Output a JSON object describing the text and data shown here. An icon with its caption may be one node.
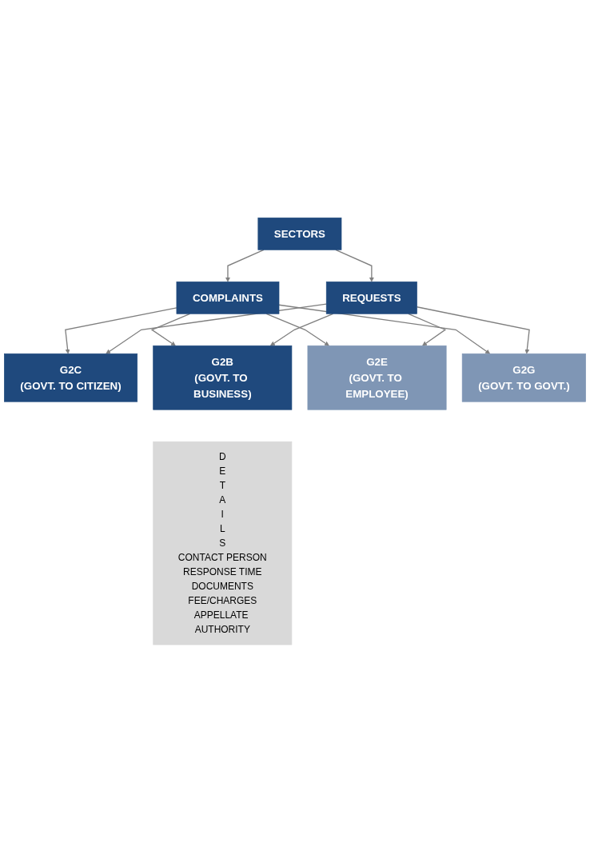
{
  "diagram": {
    "nodes": [
      {
        "text": [
          "SECTORS"
        ]
      },
      {
        "text": [
          "COMPLAINTS"
        ]
      },
      {
        "text": [
          "REQUESTS"
        ]
      },
      {
        "text": [
          "G2C",
          "(GOVT. TO CITIZEN)"
        ]
      },
      {
        "text": [
          "G2B",
          "(GOVT. TO BUSINESS)"
        ]
      },
      {
        "text": [
          "G2E",
          "(GOVT. TO EMPLOYEE)"
        ]
      },
      {
        "text": [
          "G2G",
          "(GOVT. TO GOVT.)"
        ]
      },
      {
        "text": [
          "D E T A I L S",
          "CONTACT PERSON",
          "RESPONSE TIME",
          "DOCUMENTS",
          "FEE/CHARGES",
          "APPELLATE AUTHORITY"
        ]
      }
    ],
    "edges": [
      {
        "from": 0,
        "to": 1,
        "arrow": "to"
      },
      {
        "from": 0,
        "to": 2,
        "arrow": "to"
      },
      {
        "from": 1,
        "to": 3,
        "arrow": "to"
      },
      {
        "from": 1,
        "to": 4,
        "arrow": "to"
      },
      {
        "from": 1,
        "to": 5,
        "arrow": "to"
      },
      {
        "from": 1,
        "to": 6,
        "arrow": "to"
      },
      {
        "from": 2,
        "to": 3,
        "arrow": "to"
      },
      {
        "from": 2,
        "to": 4,
        "arrow": "to"
      },
      {
        "from": 2,
        "to": 5,
        "arrow": "to"
      },
      {
        "from": 2,
        "to": 6,
        "arrow": "to"
      }
    ]
  }
}
